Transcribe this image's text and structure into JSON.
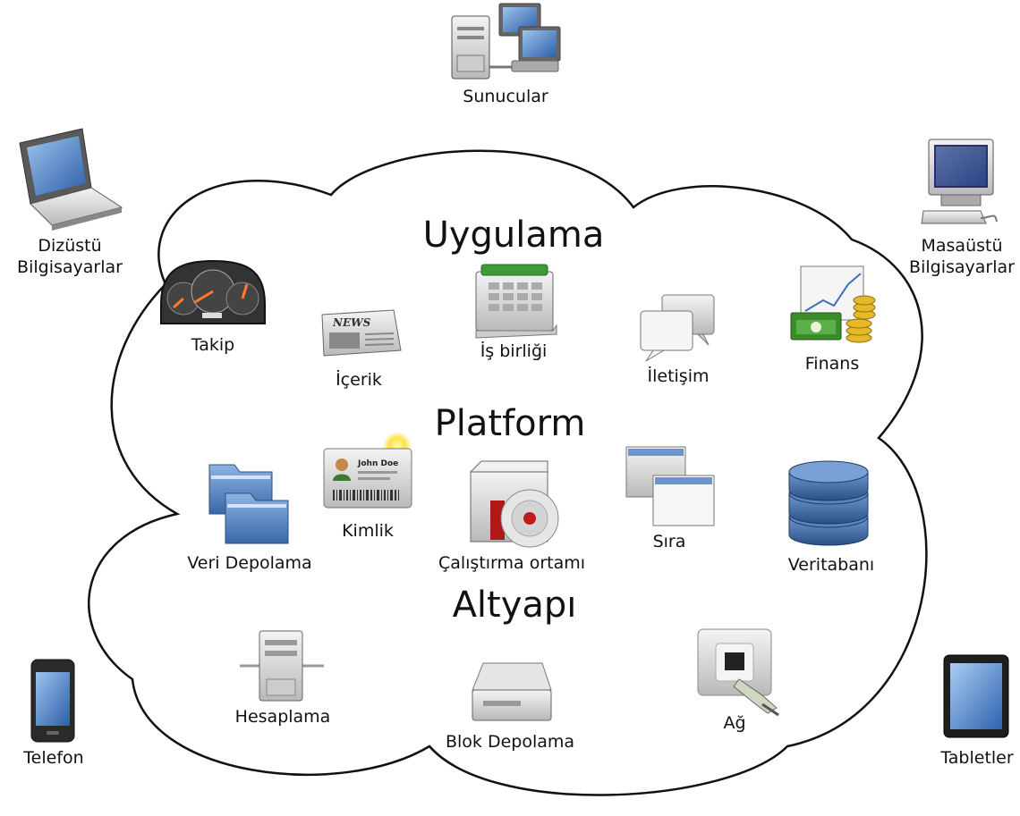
{
  "sections": {
    "application": "Uygulama",
    "platform": "Platform",
    "infrastructure": "Altyapı"
  },
  "devices": {
    "servers": "Sunucular",
    "laptops_line1": "Dizüstü",
    "laptops_line2": "Bilgisayarlar",
    "desktops_line1": "Masaüstü",
    "desktops_line2": "Bilgisayarlar",
    "phone": "Telefon",
    "tablets": "Tabletler"
  },
  "application_items": {
    "monitoring": "Takip",
    "content": "İçerik",
    "collaboration": "İş birliği",
    "communication": "İletişim",
    "finance": "Finans"
  },
  "platform_items": {
    "identity": "Kimlik",
    "identity_card_name": "John Doe",
    "object_storage": "Veri Depolama",
    "runtime": "Çalıştırma ortamı",
    "queue": "Sıra",
    "database": "Veritabanı"
  },
  "infrastructure_items": {
    "compute": "Hesaplama",
    "block_storage": "Blok Depolama",
    "network": "Ağ"
  },
  "icons": {
    "newspaper_text": "NEWS"
  },
  "colors": {
    "cloud_stroke": "#111111",
    "screen_blue": "#3b6fb6",
    "folder_blue": "#4a7cc0",
    "database_blue": "#3d6ba8",
    "money_green": "#3b8d2c",
    "coin_gold": "#e5b92a"
  }
}
